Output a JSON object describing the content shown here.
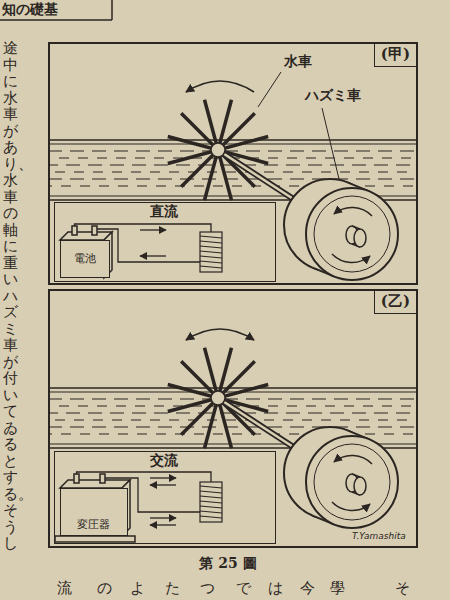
{
  "diagram": {
    "caption": "第 25 圖",
    "nodes": [
      {
        "text": [
          "(甲)"
        ]
      },
      {
        "text": [
          "直流"
        ],
        "in": 0
      },
      {
        "text": [
          "電池"
        ],
        "in": 1
      },
      {
        "text": [
          "(乙)"
        ]
      },
      {
        "text": [
          "交流"
        ],
        "in": 3
      },
      {
        "text": [
          "変圧器"
        ],
        "in": 4
      }
    ],
    "labels": [
      "知の礎基",
      "途中に水車があり、水車の軸に重いハズミ車が付いてゐるとする。そうし",
      "水車",
      "ハズミ車",
      "T.Yamashita",
      "流",
      "の",
      "よ",
      "た",
      "つ",
      "で",
      "は",
      "今",
      "學",
      "そ"
    ]
  }
}
